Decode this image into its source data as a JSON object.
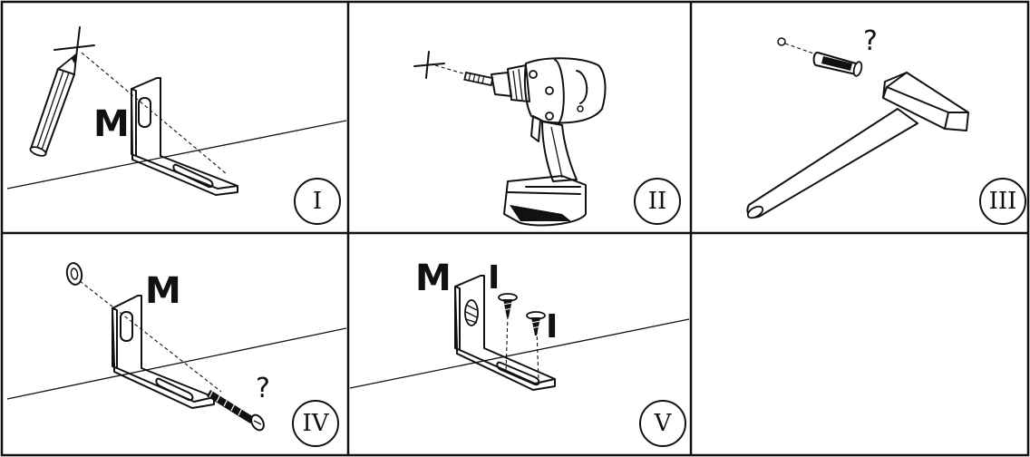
{
  "steps": [
    {
      "numeral": "I",
      "label": "M"
    },
    {
      "numeral": "II"
    },
    {
      "numeral": "III",
      "mark": "?"
    },
    {
      "numeral": "IV",
      "label": "M",
      "mark": "?"
    },
    {
      "numeral": "V",
      "label": "M",
      "screw_mark_1": "I",
      "screw_mark_2": "I"
    }
  ]
}
